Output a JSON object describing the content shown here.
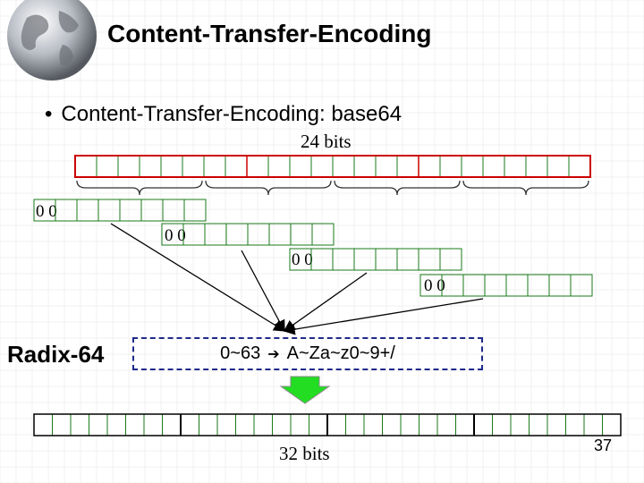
{
  "slide": {
    "title": "Content-Transfer-Encoding",
    "bullet_marker": "•",
    "bullet_text": "Content-Transfer-Encoding: base64",
    "top_label": "24 bits",
    "bottom_label": "32 bits",
    "group_prefix": "0 0",
    "radix_label": "Radix-64",
    "mapping_from": "0~63",
    "mapping_arrow_icon": "right-arrow-icon",
    "mapping_to": "A~Za~z0~9+/",
    "page_number": "37"
  },
  "colors": {
    "cell_stroke": "#1a7a1a",
    "top_border": "#cc0000",
    "dashed_box": "#1f2a8a",
    "down_arrow": "#22dd22"
  }
}
